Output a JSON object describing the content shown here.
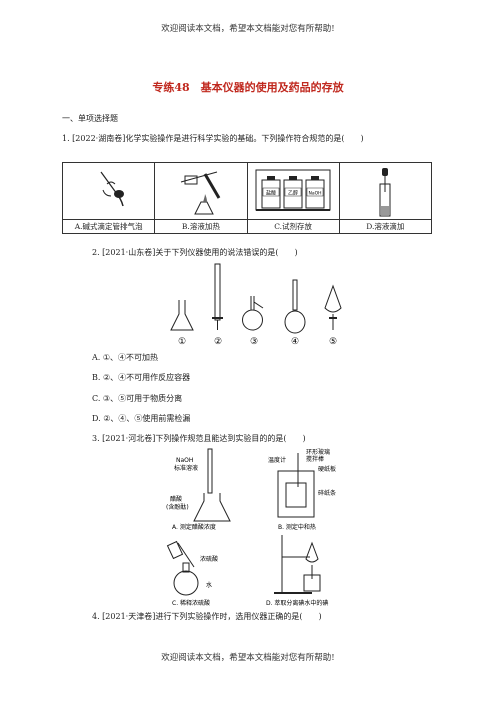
{
  "header_top": "欢迎阅读本文档，希望本文档能对您有所帮助!",
  "header_bottom": "欢迎阅读本文档，希望本文档能对您有所帮助!",
  "title": "专练48　基本仪器的使用及药品的存放",
  "section": "一、单项选择题",
  "q1": {
    "stem": "1. [2022·湖南卷]化学实验操作是进行科学实验的基础。下列操作符合规范的是(　　)",
    "captions": [
      "A.碱式滴定管排气泡",
      "B.溶液加热",
      "C.试剂存放",
      "D.溶液滴加"
    ],
    "bottle_labels": [
      "盐酸",
      "乙醇",
      "NaOH"
    ]
  },
  "q2": {
    "stem": "2. [2021·山东卷]关于下列仪器使用的说法错误的是(　　)",
    "numbers": [
      "①",
      "②",
      "③",
      "④",
      "⑤"
    ],
    "options": [
      "A. ①、④不可加热",
      "B. ②、④不可用作反应容器",
      "C. ③、⑤可用于物质分离",
      "D. ②、④、⑤使用前需检漏"
    ]
  },
  "q3": {
    "stem": "3. [2021·河北卷]下列操作规范且能达到实验目的的是(　　)",
    "figA": {
      "label1": "NaOH",
      "label2": "标准溶液",
      "label3": "醋酸",
      "label4": "(含酚酞)",
      "caption": "A. 测定醋酸浓度"
    },
    "figB": {
      "label1": "温度计",
      "label2": "环形玻璃",
      "label3": "搅拌棒",
      "label4": "硬纸板",
      "label5": "碎纸条",
      "caption": "B. 测定中和热"
    },
    "figC": {
      "label1": "浓硫酸",
      "label2": "水",
      "caption": "C. 稀释浓硫酸"
    },
    "figD": {
      "caption": "D. 萃取分离碘水中的碘"
    }
  },
  "q4": {
    "stem": "4. [2021·天津卷]进行下列实验操作时，选用仪器正确的是(　　)"
  }
}
